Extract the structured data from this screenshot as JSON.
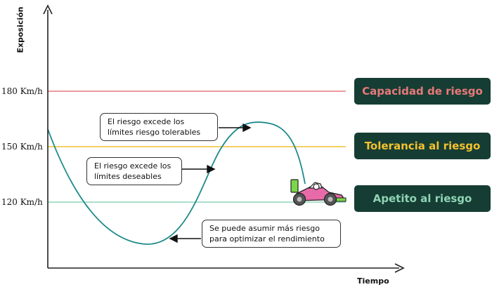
{
  "axes": {
    "y_title": "Exposición",
    "x_title": "Tiempo",
    "tick_labels": [
      "180 Km/h",
      "150 Km/h",
      "120 Km/h"
    ]
  },
  "levels": [
    {
      "label": "Capacidad de riesgo",
      "value": "180 Km/h",
      "color": "#e8797a"
    },
    {
      "label": "Tolerancia al riesgo",
      "value": "150 Km/h",
      "color": "#f2c12e"
    },
    {
      "label": "Apetito al riesgo",
      "value": "120 Km/h",
      "color": "#8fd4b6"
    }
  ],
  "annotations": {
    "tolerable": [
      "El riesgo excede los",
      "límites riesgo tolerables"
    ],
    "desirable": [
      "El riesgo excede los",
      "límites deseables"
    ],
    "optimize": [
      "Se puede asumir más riesgo",
      "para optimizar el rendimiento"
    ]
  },
  "colors": {
    "curve": "#1e8a8a",
    "box_bg": "#163d33",
    "car_body": "#e86aa8",
    "car_accent": "#7bd64a"
  },
  "icons": {
    "car": "race-car-icon"
  }
}
